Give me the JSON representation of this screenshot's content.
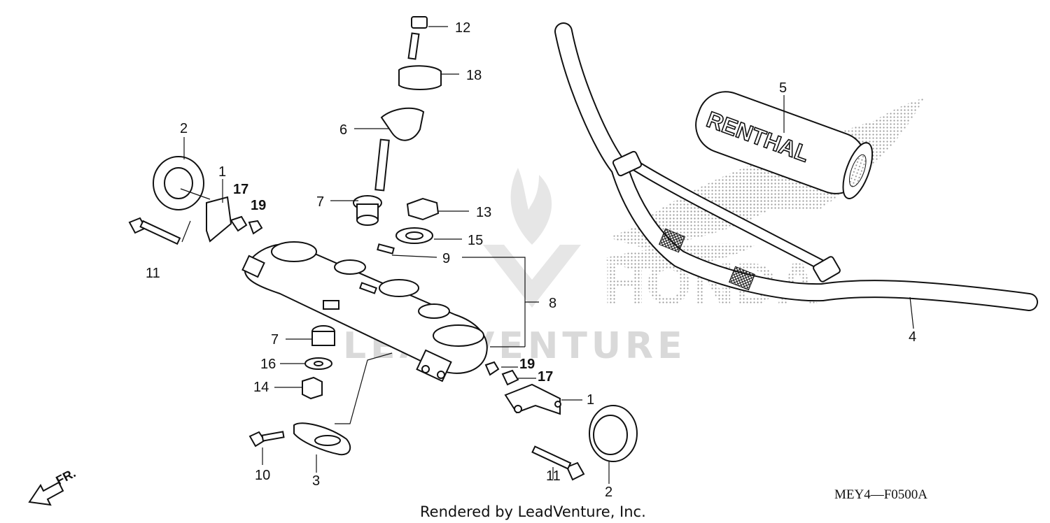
{
  "diagram": {
    "callouts": [
      {
        "id": "c12",
        "label": "12"
      },
      {
        "id": "c18",
        "label": "18"
      },
      {
        "id": "c6",
        "label": "6"
      },
      {
        "id": "c7a",
        "label": "7"
      },
      {
        "id": "c13",
        "label": "13"
      },
      {
        "id": "c15",
        "label": "15"
      },
      {
        "id": "c9",
        "label": "9"
      },
      {
        "id": "c8",
        "label": "8"
      },
      {
        "id": "c2a",
        "label": "2"
      },
      {
        "id": "c1a",
        "label": "1"
      },
      {
        "id": "c17a",
        "label": "17"
      },
      {
        "id": "c19a",
        "label": "19"
      },
      {
        "id": "c11a",
        "label": "11"
      },
      {
        "id": "c5",
        "label": "5"
      },
      {
        "id": "c4",
        "label": "4"
      },
      {
        "id": "c7b",
        "label": "7"
      },
      {
        "id": "c16",
        "label": "16"
      },
      {
        "id": "c14",
        "label": "14"
      },
      {
        "id": "c19b",
        "label": "19"
      },
      {
        "id": "c17b",
        "label": "17"
      },
      {
        "id": "c1b",
        "label": "1"
      },
      {
        "id": "c10",
        "label": "10"
      },
      {
        "id": "c3",
        "label": "3"
      },
      {
        "id": "c11b",
        "label": "11"
      },
      {
        "id": "c2b",
        "label": "2"
      }
    ],
    "grip_text": "RENTHAL",
    "background_logo_text": "HONDA",
    "watermark_text": "LEADVENTURE",
    "front_indicator": "FR.",
    "diagram_code": "MEY4—F0500A",
    "footer_text": "Rendered by LeadVenture, Inc."
  }
}
